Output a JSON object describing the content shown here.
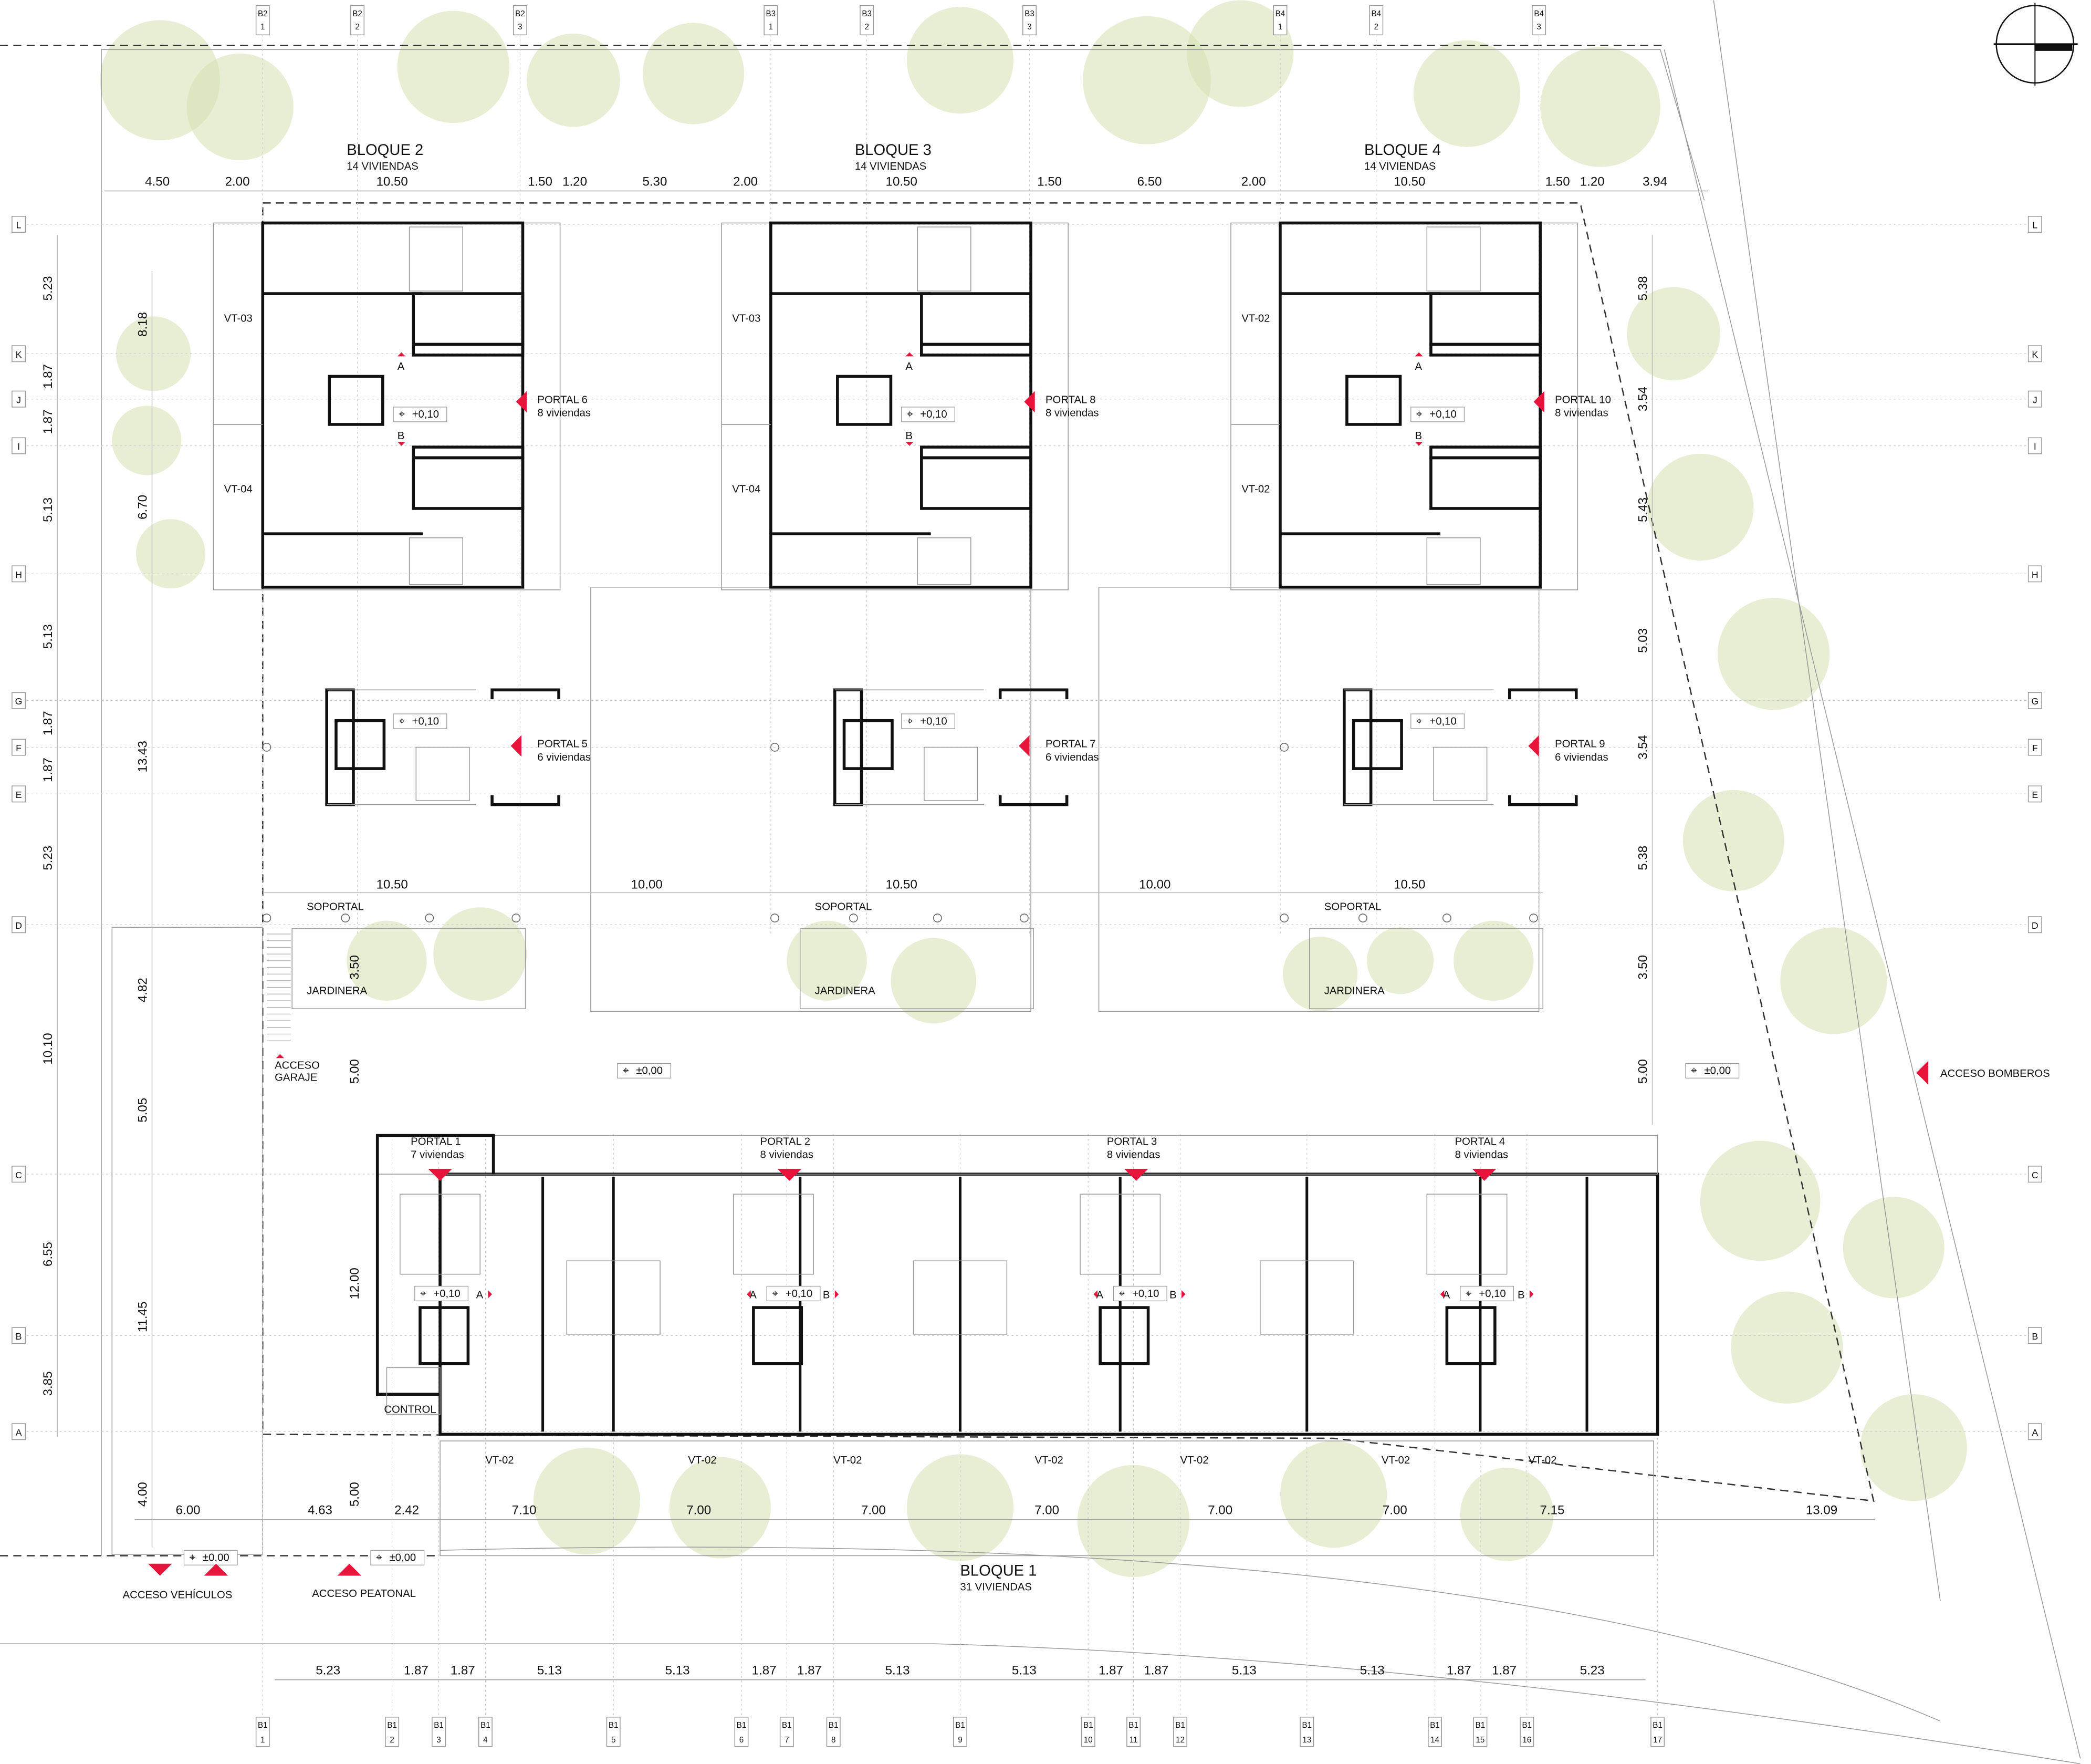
{
  "grid_top": [
    [
      "B2",
      "1"
    ],
    [
      "B2",
      "2"
    ],
    [
      "B2",
      "3"
    ],
    [
      "B3",
      "1"
    ],
    [
      "B3",
      "2"
    ],
    [
      "B3",
      "3"
    ],
    [
      "B4",
      "1"
    ],
    [
      "B4",
      "2"
    ],
    [
      "B4",
      "3"
    ]
  ],
  "grid_bottom": [
    [
      "B1",
      "1"
    ],
    [
      "B1",
      "2"
    ],
    [
      "B1",
      "3"
    ],
    [
      "B1",
      "4"
    ],
    [
      "B1",
      "5"
    ],
    [
      "B1",
      "6"
    ],
    [
      "B1",
      "7"
    ],
    [
      "B1",
      "8"
    ],
    [
      "B1",
      "9"
    ],
    [
      "B1",
      "10"
    ],
    [
      "B1",
      "11"
    ],
    [
      "B1",
      "12"
    ],
    [
      "B1",
      "13"
    ],
    [
      "B1",
      "14"
    ],
    [
      "B1",
      "15"
    ],
    [
      "B1",
      "16"
    ],
    [
      "B1",
      "17"
    ]
  ],
  "grid_rows": [
    "L",
    "K",
    "J",
    "I",
    "H",
    "G",
    "F",
    "E",
    "D",
    "C",
    "B",
    "A"
  ],
  "dims": {
    "top": [
      "4.50",
      "2.00",
      "10.50",
      "1.50",
      "1.20",
      "5.30",
      "2.00",
      "10.50",
      "1.50",
      "6.50",
      "2.00",
      "10.50",
      "1.50",
      "1.20",
      "3.94"
    ],
    "left_outer": [
      "5.23",
      "1.87",
      "1.87",
      "5.13",
      "5.13",
      "1.87",
      "1.87",
      "5.23",
      "10.10",
      "6.55",
      "3.85"
    ],
    "left_inner": [
      "8.18",
      "6.70",
      "13.43",
      "4.82",
      "5.05",
      "11.45",
      "4.00"
    ],
    "right": [
      "5.38",
      "3.54",
      "5.43",
      "5.03",
      "3.54",
      "5.38",
      "3.50",
      "5.00"
    ],
    "middle": [
      "10.50",
      "10.00",
      "10.50",
      "10.00",
      "10.50"
    ],
    "block1_vertical": [
      "3.50",
      "5.00",
      "12.00",
      "5.00"
    ],
    "bottom_upper": [
      "6.00",
      "4.63",
      "2.42",
      "7.10",
      "7.00",
      "7.00",
      "7.00",
      "7.00",
      "7.00",
      "7.15",
      "13.09"
    ],
    "bottom_lower": [
      "5.23",
      "1.87",
      "1.87",
      "5.13",
      "5.13",
      "1.87",
      "1.87",
      "5.13",
      "5.13",
      "1.87",
      "1.87",
      "5.13",
      "5.13",
      "1.87",
      "1.87",
      "5.23"
    ]
  },
  "blocks": [
    {
      "title": "BLOQUE 2",
      "subtitle": "14 VIVIENDAS"
    },
    {
      "title": "BLOQUE 3",
      "subtitle": "14 VIVIENDAS"
    },
    {
      "title": "BLOQUE 4",
      "subtitle": "14 VIVIENDAS"
    },
    {
      "title": "BLOQUE 1",
      "subtitle": "31 VIVIENDAS"
    }
  ],
  "portals_upper": [
    {
      "name": "PORTAL 6",
      "units": "8 viviendas"
    },
    {
      "name": "PORTAL 8",
      "units": "8 viviendas"
    },
    {
      "name": "PORTAL 10",
      "units": "8 viviendas"
    }
  ],
  "portals_lower": [
    {
      "name": "PORTAL 5",
      "units": "6 viviendas"
    },
    {
      "name": "PORTAL 7",
      "units": "6 viviendas"
    },
    {
      "name": "PORTAL 9",
      "units": "6 viviendas"
    }
  ],
  "portals_block1": [
    {
      "name": "PORTAL 1",
      "units": "7 viviendas"
    },
    {
      "name": "PORTAL 2",
      "units": "8 viviendas"
    },
    {
      "name": "PORTAL 3",
      "units": "8 viviendas"
    },
    {
      "name": "PORTAL 4",
      "units": "8 viviendas"
    }
  ],
  "unit_types_upper": [
    [
      "VT-03",
      "VT-04"
    ],
    [
      "VT-03",
      "VT-04"
    ],
    [
      "VT-02",
      "VT-02"
    ]
  ],
  "unit_types_block1": [
    "VT-02",
    "VT-02",
    "VT-02",
    "VT-02",
    "VT-02",
    "VT-02",
    "VT-02"
  ],
  "stair_marks": [
    "A",
    "B"
  ],
  "level_upper": "+0,10",
  "level_ground": "±0,00",
  "soportal": "SOPORTAL",
  "jardinera": "JARDINERA",
  "control": "CONTROL",
  "access": {
    "garage": [
      "ACCESO",
      "GARAJE"
    ],
    "firefighters": "ACCESO BOMBEROS",
    "vehicles": "ACCESO VEHÍCULOS",
    "pedestrian": "ACCESO PEATONAL"
  },
  "colors": {
    "accent": "#e8143c",
    "tree": "#d3e0b0",
    "wall": "#111111"
  }
}
